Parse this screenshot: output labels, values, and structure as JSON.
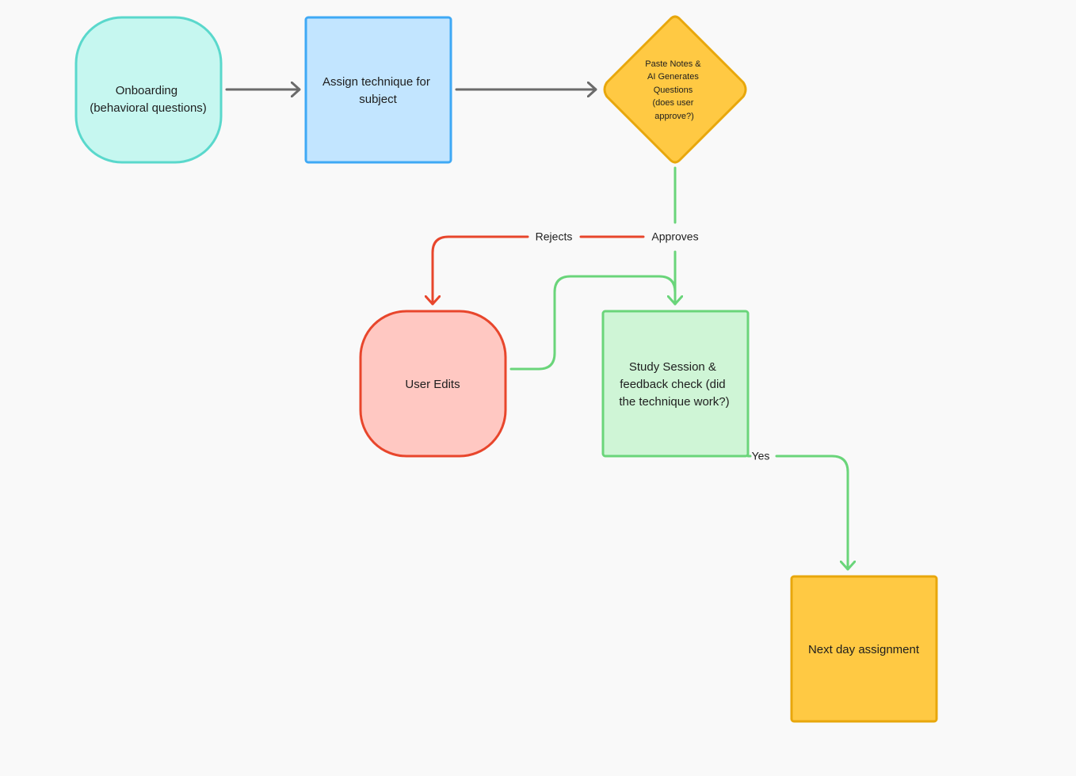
{
  "colors": {
    "background": "#f9f9f9",
    "teal_fill": "#c6f7f0",
    "teal_stroke": "#5ad8cc",
    "blue_fill": "#c2e5ff",
    "blue_stroke": "#3fa9f5",
    "yellow_fill": "#ffc943",
    "yellow_stroke": "#e8a70c",
    "red_fill": "#ffc8c2",
    "red_stroke": "#e8462c",
    "green_fill": "#cff5d6",
    "green_stroke": "#6ad57a",
    "gray_connector": "#6b6b6b",
    "text": "#1e1e1e"
  },
  "nodes": {
    "onboarding": {
      "lines": [
        "Onboarding",
        "(behavioral questions)"
      ],
      "shape": "rounded-square"
    },
    "assign": {
      "lines": [
        "Assign technique for",
        "subject"
      ],
      "shape": "square"
    },
    "decision": {
      "lines": [
        "Paste Notes &",
        "AI Generates",
        "Questions",
        "(does user",
        "approve?)"
      ],
      "shape": "diamond"
    },
    "user_edits": {
      "lines": [
        "User Edits"
      ],
      "shape": "rounded-square"
    },
    "study_session": {
      "lines": [
        "Study Session &",
        "feedback check (did",
        "the technique work?)"
      ],
      "shape": "square"
    },
    "next_day": {
      "lines": [
        "Next day assignment"
      ],
      "shape": "square"
    }
  },
  "edges": {
    "rejects": "Rejects",
    "approves": "Approves",
    "yes": "Yes"
  }
}
